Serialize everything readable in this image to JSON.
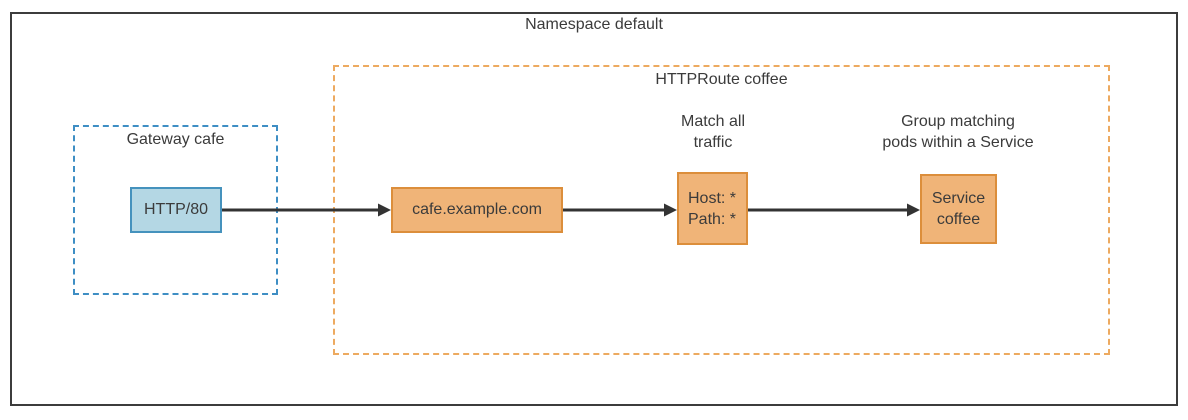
{
  "namespace": {
    "label": "Namespace default"
  },
  "gateway": {
    "label": "Gateway cafe",
    "listener": "HTTP/80"
  },
  "httproute": {
    "label": "HTTPRoute coffee",
    "hostname": "cafe.example.com",
    "match_annotation": "Match all\ntraffic",
    "rules": [
      "Host: *",
      "Path: *"
    ],
    "service_annotation": "Group matching\npods within a Service",
    "service": "Service coffee"
  },
  "colors": {
    "outer_border": "#3c3c3c",
    "text": "#3b3b3b",
    "blue_fill": "#b4d7e4",
    "blue_border": "#4592bd",
    "blue_dash": "#3e8ec4",
    "orange_fill": "#f0b478",
    "orange_border": "#dc8e3b",
    "orange_dash": "#edaa60",
    "arrow": "#333333"
  }
}
